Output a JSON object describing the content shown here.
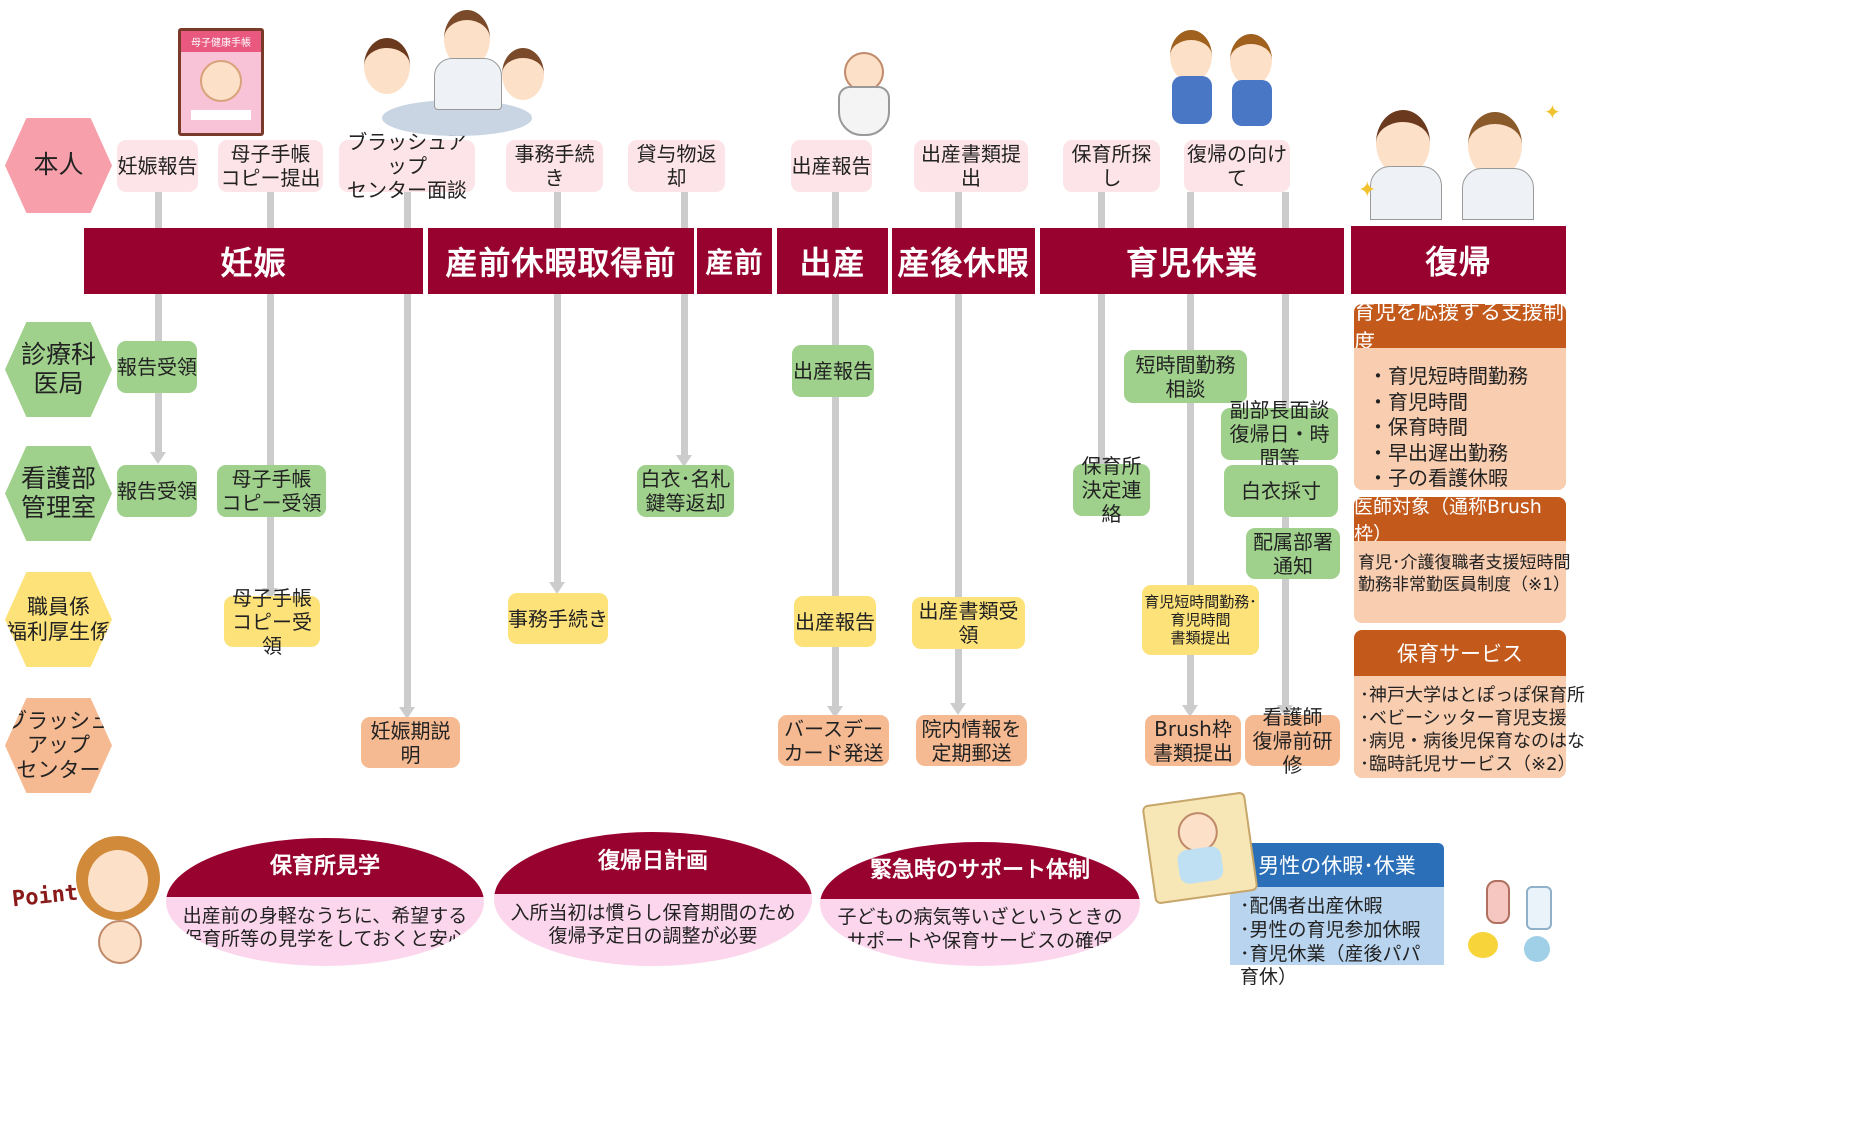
{
  "colors": {
    "phase": "#97022f",
    "pink": "#fde4e8",
    "green": "#9fd08c",
    "yellow": "#fde27a",
    "orange": "#f6ba92",
    "support_head": "#c3591b",
    "support_body": "#f8cdb0",
    "oval_body": "#fbd6ec",
    "male_head": "#2a6fb8",
    "male_body": "#b9d4ee"
  },
  "roles": {
    "honnin": "本人",
    "shinryo": "診療科\n医局",
    "kango": "看護部\n管理室",
    "shokuin": "職員係\n福利厚生係",
    "brush": "ブラッシュ\nアップ\nセンター"
  },
  "phases": {
    "ninshin": "妊娠",
    "sanzen_shutoku": "産前休暇取得前",
    "sanzen": "産前",
    "shussan": "出産",
    "sango": "産後休暇",
    "ikuji": "育児休業",
    "fukki": "復帰"
  },
  "honnin_tasks": {
    "t1": "妊娠報告",
    "t2": "母子手帳\nコピー提出",
    "t3": "ブラッシュアップ\nセンター面談",
    "t4": "事務手続き",
    "t5": "貸与物返却",
    "t6": "出産報告",
    "t7": "出産書類提出",
    "t8": "保育所探し",
    "t9": "復帰の向けて"
  },
  "shinryo_tasks": {
    "s1": "報告受領",
    "s2": "出産報告",
    "s3": "短時間勤務\n相談"
  },
  "kango_tasks": {
    "k1": "報告受領",
    "k2": "母子手帳\nコピー受領",
    "k3": "白衣･名札\n鍵等返却",
    "k4": "保育所\n決定連絡",
    "k5": "副部長面談\n復帰日・時間等",
    "k6": "白衣採寸",
    "k7": "配属部署\n通知"
  },
  "shokuin_tasks": {
    "y1": "母子手帳\nコピー受領",
    "y2": "事務手続き",
    "y3": "出産報告",
    "y4": "出産書類受領",
    "y5": "育児短時間勤務･\n育児時間\n書類提出"
  },
  "brush_tasks": {
    "b1": "妊娠期説明",
    "b2": "バースデー\nカード発送",
    "b3": "院内情報を\n定期郵送",
    "b4": "Brush枠\n書類提出",
    "b5": "看護師\n復帰前研修"
  },
  "support": {
    "s1_title": "育児を応援する支援制度",
    "s1_items": [
      "・育児短時間勤務",
      "・育児時間",
      "・保育時間",
      "・早出遅出勤務",
      "・子の看護休暇"
    ],
    "s2_title": "医師対象（通称Brush枠）",
    "s2_items": [
      "育児･介護復職者支援短時間",
      "勤務非常勤医員制度（※1）"
    ],
    "s3_title": "保育サービス",
    "s3_items": [
      "･神戸大学はとぽっぽ保育所",
      "･ベビーシッター育児支援",
      "･病児・病後児保育なのはな",
      "･臨時託児サービス（※2）"
    ]
  },
  "bottom": {
    "point": "Point",
    "o1_title": "保育所見学",
    "o1_lines": [
      "出産前の身軽なうちに、希望する",
      "保育所等の見学をしておくと安心"
    ],
    "o2_title": "復帰日計画",
    "o2_lines": [
      "入所当初は慣らし保育期間のため",
      "復帰予定日の調整が必要"
    ],
    "o3_title": "緊急時のサポート体制",
    "o3_lines": [
      "子どもの病気等いざというときの",
      "サポートや保育サービスの確保"
    ],
    "male_title": "男性の休暇･休業",
    "male_items": [
      "･配偶者出産休暇",
      "･男性の育児参加休暇",
      "･育児休業（産後パパ育休）"
    ]
  },
  "illustration": {
    "booklet_title": "母子健康手帳"
  },
  "icons": [
    "booklet-illustration",
    "staff-group-illustration",
    "baby-illustration",
    "children-illustration",
    "nurses-cheer-illustration",
    "mother-baby-illustration",
    "baby-mat-illustration",
    "toys-illustration"
  ]
}
